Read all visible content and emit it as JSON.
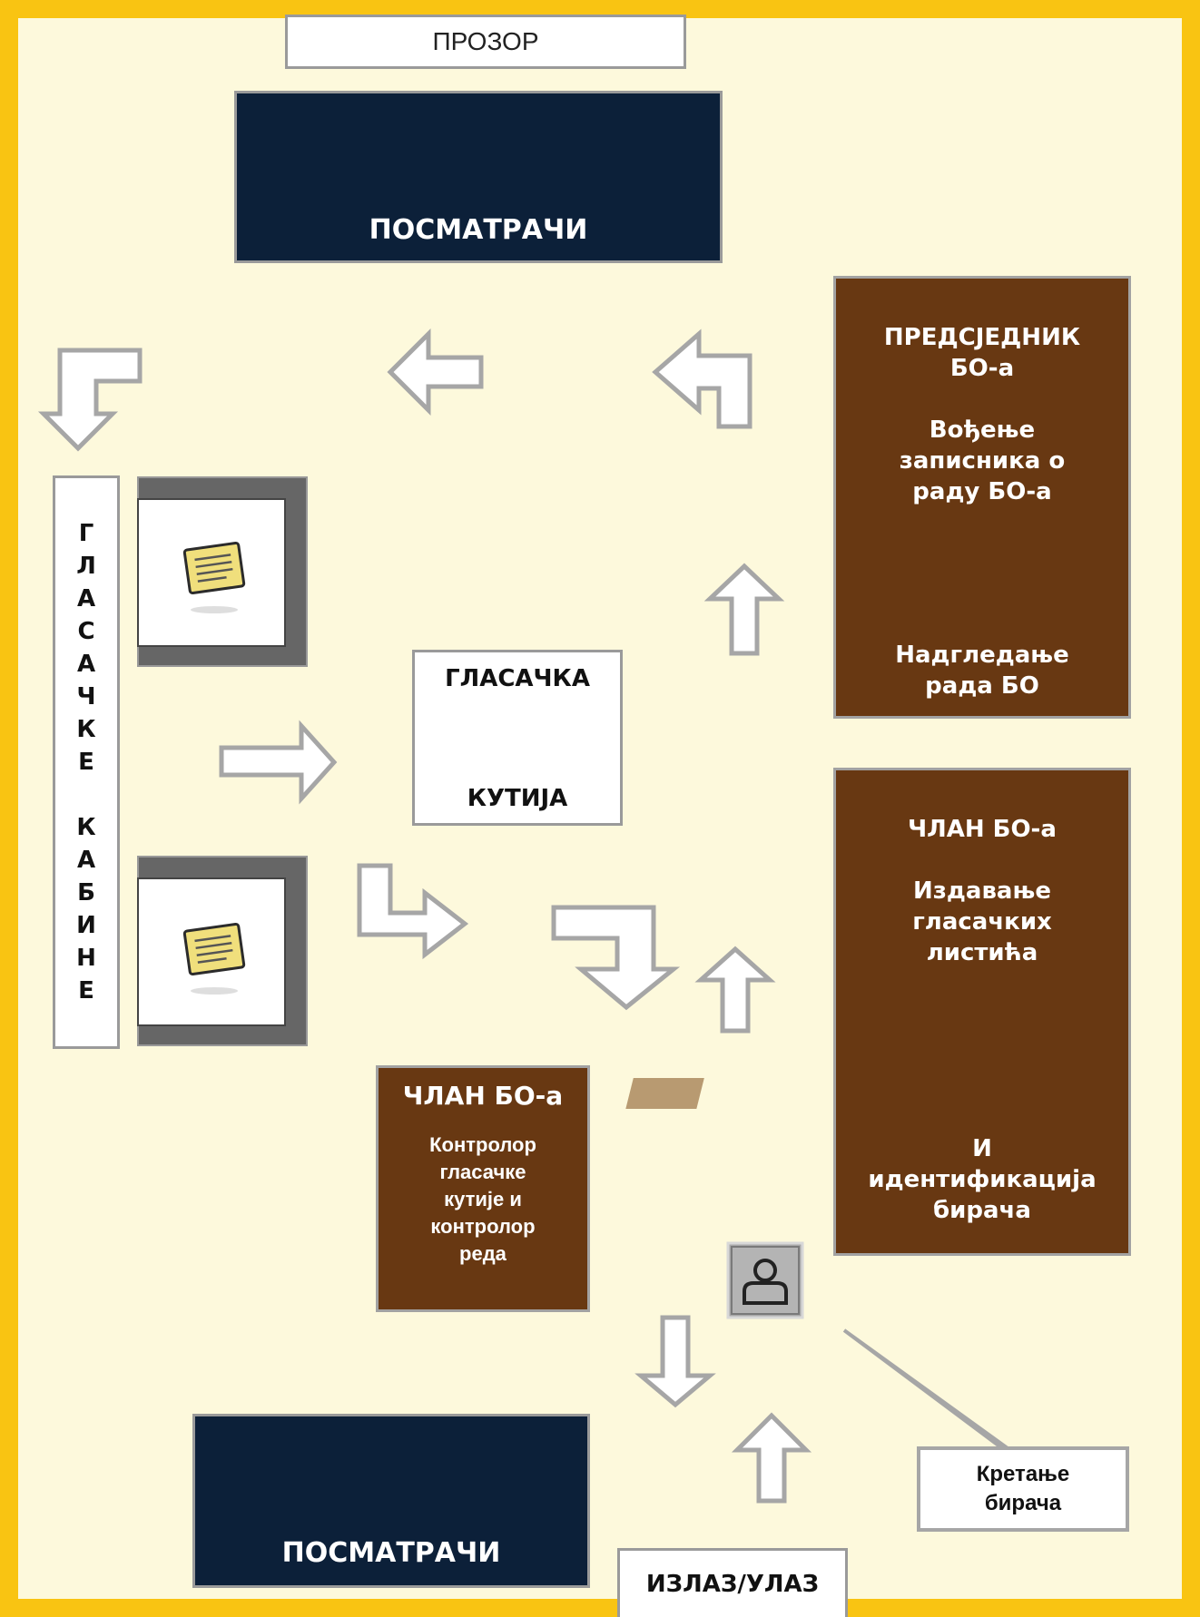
{
  "window_label": "ПРОЗОР",
  "observers_top": {
    "label": "ПОСМАТРАЧИ",
    "icon": "observers-icon"
  },
  "observers_bottom": {
    "label": "ПОСМАТРАЧИ",
    "icon": "observers-icon"
  },
  "chairman": {
    "title": "ПРЕДСЈЕДНИК\nБО-а",
    "duty1": "Вођење\nзаписника о\nраду БО-а",
    "duty2": "Надгледање\nрада БО",
    "icon": "folder-icon"
  },
  "member_issue": {
    "title": "ЧЛАН БО-а",
    "duty1": "Издавање\nгласачких\nлистића",
    "duty2": "И\nидентификација\nбирача",
    "icons": [
      "ballot-paper-icon",
      "voter-list-icon"
    ]
  },
  "member_control": {
    "title": "ЧЛАН БО-а",
    "duty": "Контролор\nгласачке\nкутије и\nконтролор\nреда"
  },
  "ballot_box": {
    "top_label": "ГЛАСАЧКА",
    "bottom_label": "КУТИЈА",
    "icon": "ballot-box-icon"
  },
  "booths": {
    "label": "ГЛАСАЧКЕ\n\nКАБИНЕ",
    "icon": "ballot-paper-icon"
  },
  "voter_movement": {
    "label": "Кретање\nбирача",
    "icon": "voter-icon"
  },
  "exit_entrance": "ИЗЛАЗ/УЛАЗ",
  "colors": {
    "border": "#f9c412",
    "background": "#fdf9dc",
    "brown": "#683812",
    "navy": "#0c2039",
    "arrow_stroke": "#a6a6a6",
    "accent_blue": "#5cc3ee",
    "ballot_yellow": "#f0df7c",
    "book_green": "#b7c97e"
  }
}
